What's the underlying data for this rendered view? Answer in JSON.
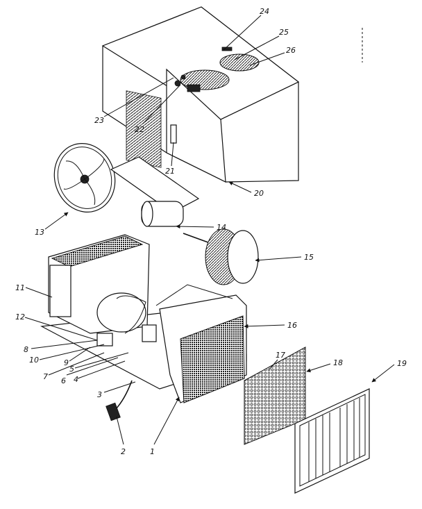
{
  "diagram": {
    "callouts": [
      "1",
      "2",
      "3",
      "4",
      "5",
      "6",
      "7",
      "8",
      "9",
      "10",
      "11",
      "12",
      "13",
      "14",
      "15",
      "16",
      "17",
      "18",
      "19",
      "20",
      "21",
      "22",
      "23",
      "24",
      "25",
      "26"
    ]
  },
  "colors": {
    "ink": "#111111",
    "paper": "#ffffff"
  }
}
